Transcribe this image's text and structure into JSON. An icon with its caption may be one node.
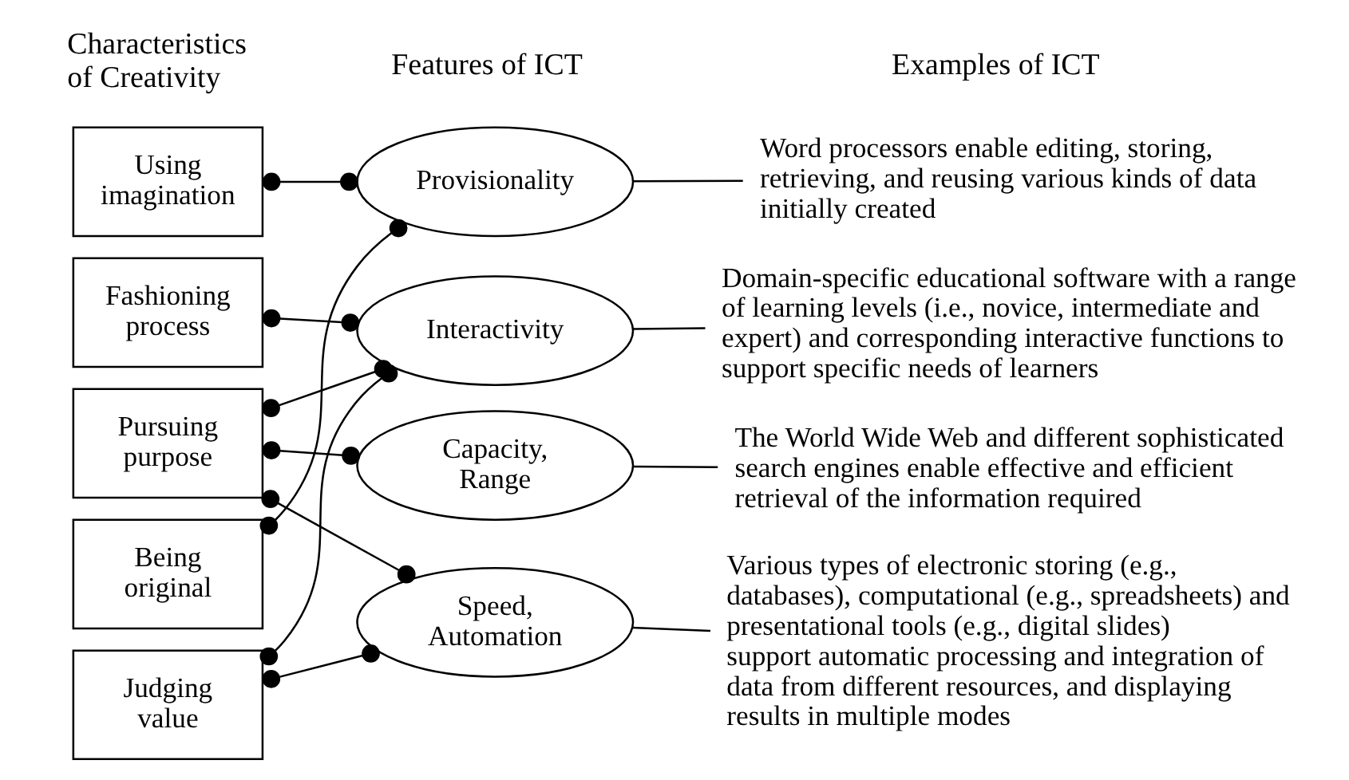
{
  "diagram": {
    "nodes": [
      {
        "text": [
          "Using imagination"
        ]
      },
      {
        "text": [
          "Fashioning process"
        ]
      },
      {
        "text": [
          "Pursuing purpose"
        ]
      },
      {
        "text": [
          "Being original"
        ]
      },
      {
        "text": [
          "Judging value"
        ]
      },
      {
        "text": [
          "Provisionality"
        ]
      },
      {
        "text": [
          "Interactivity"
        ]
      },
      {
        "text": [
          "Capacity, Range"
        ]
      },
      {
        "text": [
          "Speed, Automation"
        ]
      },
      {
        "text": [
          "Word processors enable editing, storing, retrieving, and reusing various kinds of data initially created"
        ]
      },
      {
        "text": [
          "Domain-specific educational software with a range of learning levels (i.e., novice, intermediate and expert) and corresponding interactive functions to support specific needs of learners"
        ]
      },
      {
        "text": [
          "The World Wide Web and different sophisticated search engines enable effective and efficient retrieval of the information required"
        ]
      },
      {
        "text": [
          "Various types of electronic storing (e.g., databases), computational (e.g., spreadsheets) and presentational tools (e.g., digital slides) support automatic processing and integration of data from different resources, and displaying results in multiple modes"
        ]
      }
    ],
    "edges": [
      {
        "from": 0,
        "to": 5,
        "arrow": "other"
      },
      {
        "from": 3,
        "to": 5,
        "arrow": "other"
      },
      {
        "from": 1,
        "to": 6,
        "arrow": "other"
      },
      {
        "from": 2,
        "to": 6,
        "arrow": "other"
      },
      {
        "from": 4,
        "to": 6,
        "arrow": "other"
      },
      {
        "from": 2,
        "to": 7,
        "arrow": "other"
      },
      {
        "from": 2,
        "to": 8,
        "arrow": "other"
      },
      {
        "from": 4,
        "to": 8,
        "arrow": "other"
      },
      {
        "from": 5,
        "to": 9,
        "arrow": "none"
      },
      {
        "from": 6,
        "to": 10,
        "arrow": "none"
      },
      {
        "from": 7,
        "to": 11,
        "arrow": "none"
      },
      {
        "from": 8,
        "to": 12,
        "arrow": "none"
      }
    ],
    "labels": [
      "Characteristics of Creativity",
      "Features of ICT",
      "Examples of ICT"
    ]
  }
}
